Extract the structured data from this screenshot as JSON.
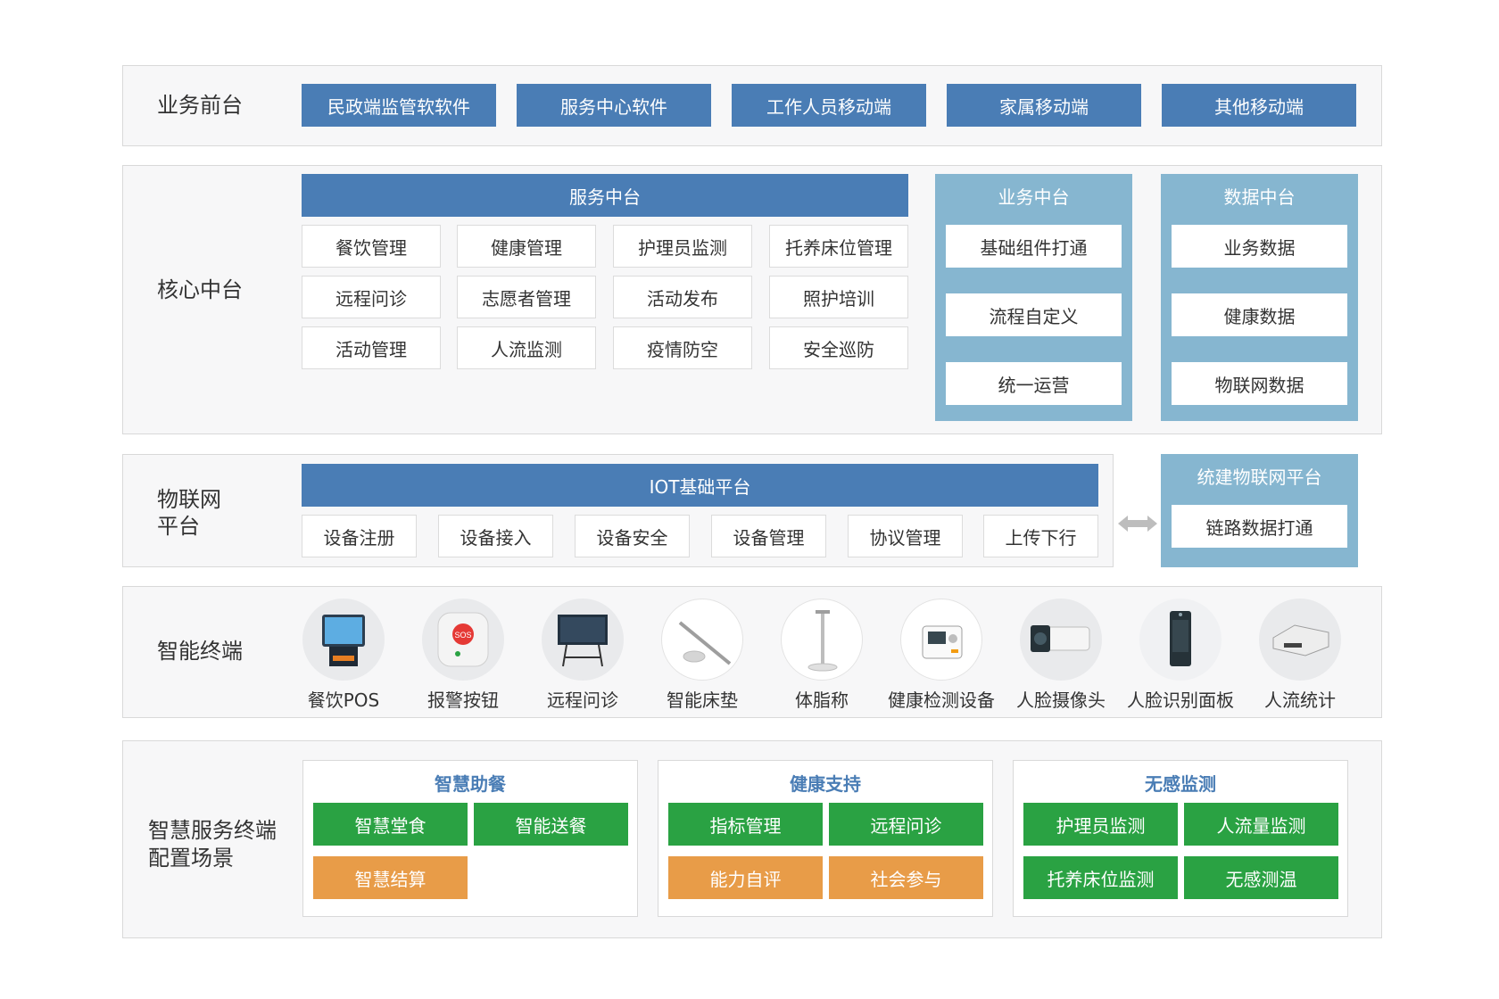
{
  "front": {
    "label": "业务前台",
    "items": [
      "民政端监管软软件",
      "服务中心软件",
      "工作人员移动端",
      "家属移动端",
      "其他移动端"
    ]
  },
  "core": {
    "label": "核心中台",
    "service": {
      "title": "服务中台",
      "items": [
        "餐饮管理",
        "健康管理",
        "护理员监测",
        "托养床位管理",
        "远程问诊",
        "志愿者管理",
        "活动发布",
        "照护培训",
        "活动管理",
        "人流监测",
        "疫情防空",
        "安全巡防"
      ]
    },
    "business": {
      "title": "业务中台",
      "items": [
        "基础组件打通",
        "流程自定义",
        "统一运营"
      ]
    },
    "data": {
      "title": "数据中台",
      "items": [
        "业务数据",
        "健康数据",
        "物联网数据"
      ]
    }
  },
  "iot": {
    "label_line1": "物联网",
    "label_line2": "平台",
    "title": "IOT基础平台",
    "items": [
      "设备注册",
      "设备接入",
      "设备安全",
      "设备管理",
      "协议管理",
      "上传下行"
    ],
    "side": {
      "title": "统建物联网平台",
      "item": "链路数据打通"
    }
  },
  "terminal": {
    "label": "智能终端",
    "devices": [
      "餐饮POS",
      "报警按钮",
      "远程问诊",
      "智能床垫",
      "体脂称",
      "健康检测设备",
      "人脸摄像头",
      "人脸识别面板",
      "人流统计"
    ],
    "sos_text": "SOS"
  },
  "scenes": {
    "label_line1": "智慧服务终端",
    "label_line2": "配置场景",
    "groups": [
      {
        "title": "智慧助餐",
        "green": [
          "智慧堂食",
          "智能送餐"
        ],
        "orange": [
          "智慧结算"
        ]
      },
      {
        "title": "健康支持",
        "green": [
          "指标管理",
          "远程问诊"
        ],
        "orange": [
          "能力自评",
          "社会参与"
        ]
      },
      {
        "title": "无感监测",
        "green": [
          "护理员监测",
          "人流量监测",
          "托养床位监测",
          "无感测温"
        ],
        "orange": []
      }
    ]
  },
  "colors": {
    "primary": "#4a7db5",
    "light": "#86b6d0",
    "green": "#2aa243",
    "orange": "#e89c48"
  }
}
